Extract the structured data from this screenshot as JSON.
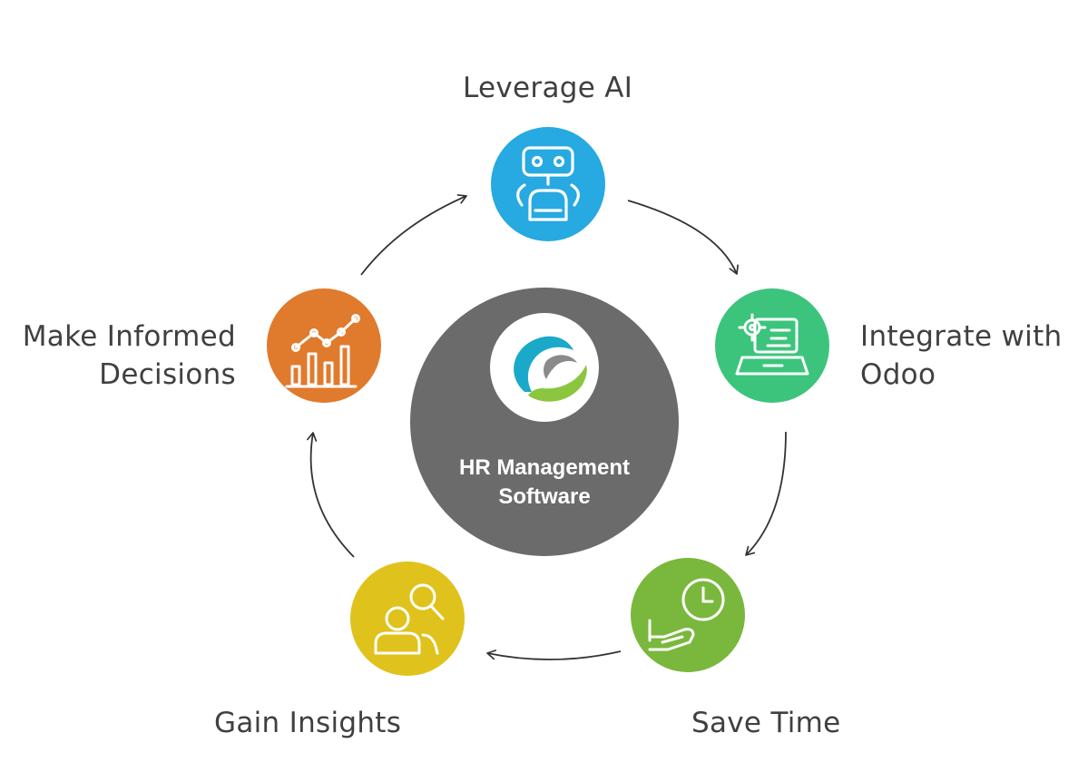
{
  "center": {
    "line1": "HR Management",
    "line2": "Software",
    "color": "#6b6b6b",
    "logo_colors": [
      "#1aa9c9",
      "#8cc63f",
      "#6b6b6b"
    ]
  },
  "nodes": [
    {
      "id": "leverage-ai",
      "lines": [
        "Leverage AI"
      ],
      "icon": "robot-icon",
      "color": "#27a9e1"
    },
    {
      "id": "integrate-odoo",
      "lines": [
        "Integrate with",
        "Odoo"
      ],
      "icon": "laptop-gear-icon",
      "color": "#3cc47c"
    },
    {
      "id": "save-time",
      "lines": [
        "Save Time"
      ],
      "icon": "clock-hand-icon",
      "color": "#79b83c"
    },
    {
      "id": "gain-insights",
      "lines": [
        "Gain Insights"
      ],
      "icon": "user-search-icon",
      "color": "#e0c21c"
    },
    {
      "id": "make-decisions",
      "lines": [
        "Make Informed",
        "Decisions"
      ],
      "icon": "bar-chart-icon",
      "color": "#e07a2c"
    }
  ],
  "connector_color": "#333333"
}
